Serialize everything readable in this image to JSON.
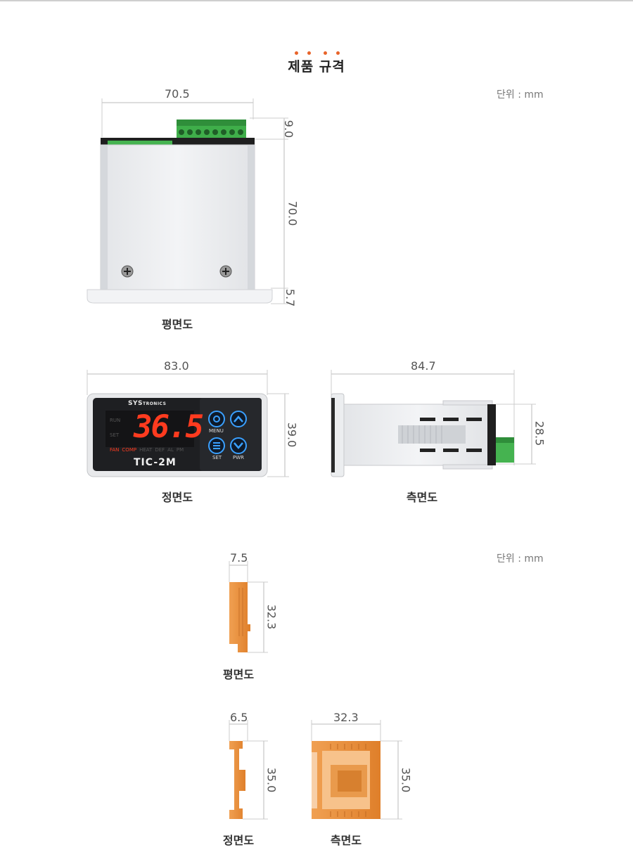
{
  "title": "제품 규격",
  "unit_label": "단위 : mm",
  "section1": {
    "top_view": {
      "caption": "평면도",
      "width": "70.5",
      "h_top": "9.0",
      "h_main": "70.0",
      "h_bottom": "5.7"
    },
    "front_view": {
      "caption": "정면도",
      "width": "83.0",
      "height": "39.0",
      "brand": "SYSTRONICS",
      "brand_prefix": "SYS",
      "brand_suffix": "TRONICS",
      "display": "36.5",
      "model": "TIC-2M",
      "left_labels": [
        "RUN",
        "SET"
      ],
      "status": [
        "FAN",
        "COMP",
        "HEAT",
        "DEF",
        "AL",
        "PM"
      ],
      "buttons": [
        "MENU",
        "SET",
        "PWR"
      ]
    },
    "side_view": {
      "caption": "측면도",
      "width": "84.7",
      "height": "28.5"
    }
  },
  "section2": {
    "top_view": {
      "caption": "평면도",
      "width": "7.5",
      "height": "32.3"
    },
    "front_view": {
      "caption": "정면도",
      "width": "6.5",
      "height": "35.0"
    },
    "side_view": {
      "caption": "측면도",
      "width": "32.3",
      "height": "35.0"
    }
  },
  "colors": {
    "accent": "#e8642a",
    "terminal": "#3fae4a",
    "bracket": "#e8892e",
    "display": "#ff3b1f",
    "button": "#3aa0ff"
  }
}
